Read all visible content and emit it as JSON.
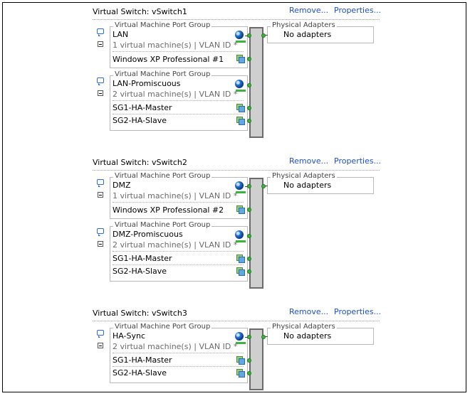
{
  "vswitches": [
    {
      "title": "Virtual Switch: vSwitch1",
      "remove_label": "Remove...",
      "properties_label": "Properties...",
      "physical_legend": "Physical Adapters",
      "physical_text": "No adapters",
      "port_groups": [
        {
          "legend": "Virtual Machine Port Group",
          "name": "LAN",
          "meta": "1 virtual machine(s) | VLAN ID *",
          "vms": [
            "Windows XP Professional #1"
          ]
        },
        {
          "legend": "Virtual Machine Port Group",
          "name": "LAN-Promiscuous",
          "meta": "2 virtual machine(s) | VLAN ID *",
          "vms": [
            "SG1-HA-Master",
            "SG2-HA-Slave"
          ]
        }
      ]
    },
    {
      "title": "Virtual Switch: vSwitch2",
      "remove_label": "Remove...",
      "properties_label": "Properties...",
      "physical_legend": "Physical Adapters",
      "physical_text": "No adapters",
      "port_groups": [
        {
          "legend": "Virtual Machine Port Group",
          "name": "DMZ",
          "meta": "1 virtual machine(s) | VLAN ID *",
          "vms": [
            "Windows XP Professional #2"
          ]
        },
        {
          "legend": "Virtual Machine Port Group",
          "name": "DMZ-Promiscuous",
          "meta": "2 virtual machine(s) | VLAN ID *",
          "vms": [
            "SG1-HA-Master",
            "SG2-HA-Slave"
          ]
        }
      ]
    },
    {
      "title": "Virtual Switch: vSwitch3",
      "remove_label": "Remove...",
      "properties_label": "Properties...",
      "physical_legend": "Physical Adapters",
      "physical_text": "No adapters",
      "port_groups": [
        {
          "legend": "Virtual Machine Port Group",
          "name": "HA-Sync",
          "meta": "2 virtual machine(s) | VLAN ID *",
          "vms": [
            "SG1-HA-Master",
            "SG2-HA-Slave"
          ]
        }
      ]
    }
  ],
  "colors": {
    "link": "#1f4fbf",
    "dot": "#3bb43b",
    "bar": "#cfcfcf"
  },
  "icons": [
    "speech-bubble-icon",
    "collapse-icon",
    "network-globe-icon",
    "virtual-machine-icon"
  ]
}
